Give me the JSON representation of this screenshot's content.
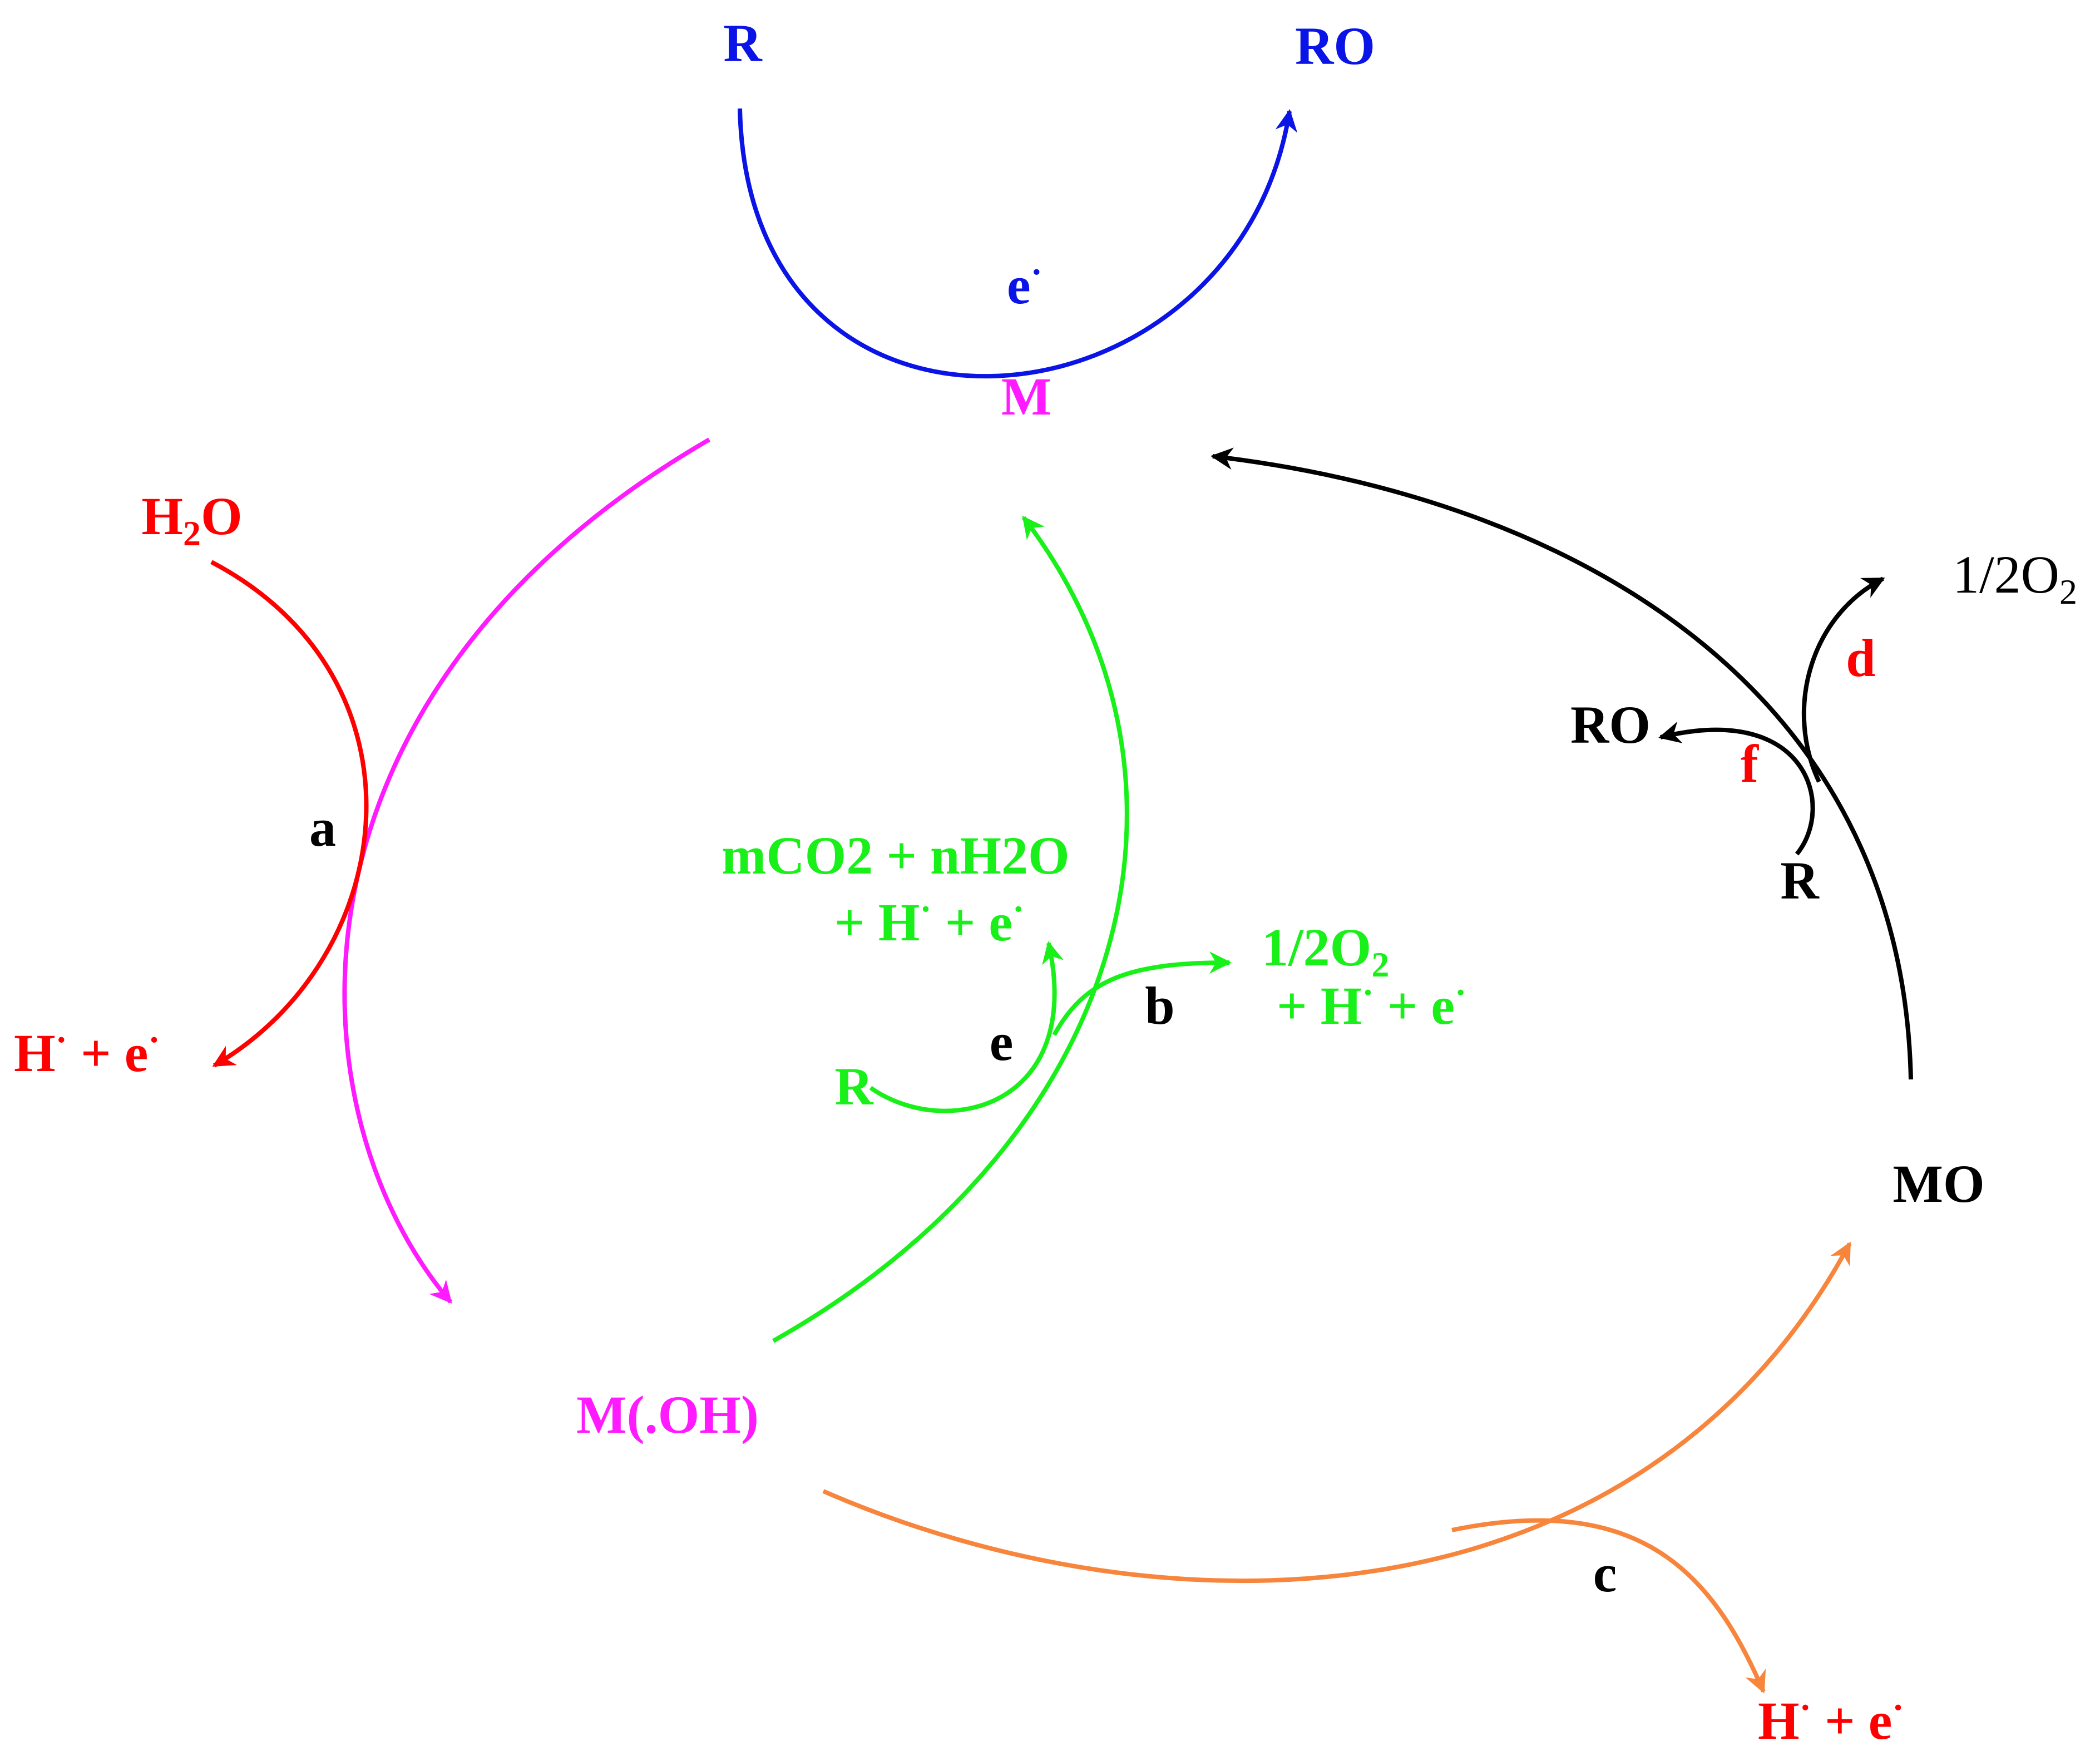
{
  "colors": {
    "blue": "#0a14e6",
    "magenta": "#ff1aff",
    "red": "#ff0000",
    "green": "#19f019",
    "black": "#000000",
    "orange": "#f7853c"
  },
  "top": {
    "reactant": "R",
    "product": "RO",
    "electron": "e",
    "electron_dot": "·"
  },
  "species": {
    "m": "M",
    "m_oh": "M(.OH)",
    "mo": "MO"
  },
  "path_a": {
    "label": "a",
    "water_h": "H",
    "water_sub": "2",
    "water_o": "O",
    "products_h": "H",
    "products_mid": " + e",
    "dot": "·"
  },
  "path_b": {
    "label": "b",
    "o2_prefix": "1/2O",
    "o2_sub": "2",
    "line2_prefix": "+ H",
    "line2_mid": " + e",
    "dot": "·"
  },
  "path_e": {
    "label": "e",
    "reactant": "R",
    "line1": "mCO2 + nH2O",
    "line2_prefix": "+ H",
    "line2_mid": " + e",
    "dot": "·"
  },
  "path_c": {
    "label": "c",
    "products_h": "H",
    "products_mid": " + e",
    "dot": "·"
  },
  "path_d": {
    "label": "d",
    "o2_prefix": "1/2O",
    "o2_sub": "2"
  },
  "path_f": {
    "label": "f",
    "reactant": "R",
    "product": "RO"
  }
}
